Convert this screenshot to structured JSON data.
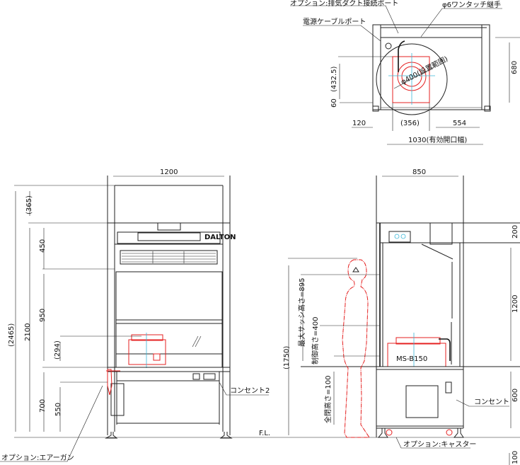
{
  "plan_view": {
    "labels": {
      "exhaust_port": "オプション:排気ダクト接続ポート",
      "fitting": "φ6ワンタッチ継手",
      "cable_port": "電源ケーブルポート",
      "install_circle": "φ400(設置範囲)"
    },
    "dims": {
      "depth": "680",
      "center": "(432.5)",
      "edge": "60",
      "left": "120",
      "device": "(356)",
      "right": "554",
      "opening": "1030(有効開口幅)"
    }
  },
  "front_view": {
    "dims": {
      "width": "1200",
      "top": "(365)",
      "total": "(2465)",
      "height": "2100",
      "hood": "450",
      "sash": "950",
      "device": "(294)",
      "bench": "700",
      "cabinet": "550"
    },
    "labels": {
      "outlet": "コンセント2",
      "airgun": "オプション:エアーガン",
      "floor": "F.L.",
      "logo": "DALTON"
    }
  },
  "side_view": {
    "dims": {
      "width": "850",
      "top": "200",
      "chamber": "1200",
      "cabinet": "600",
      "caster": "100",
      "person": "(1750)",
      "max_sash": "最大サッシ高さ=895",
      "control": "制御高さ=400",
      "closed": "全閉高さ=100"
    },
    "labels": {
      "device_model": "MS-B150",
      "outlet": "コンセント",
      "caster": "オプション:キャスター"
    }
  }
}
